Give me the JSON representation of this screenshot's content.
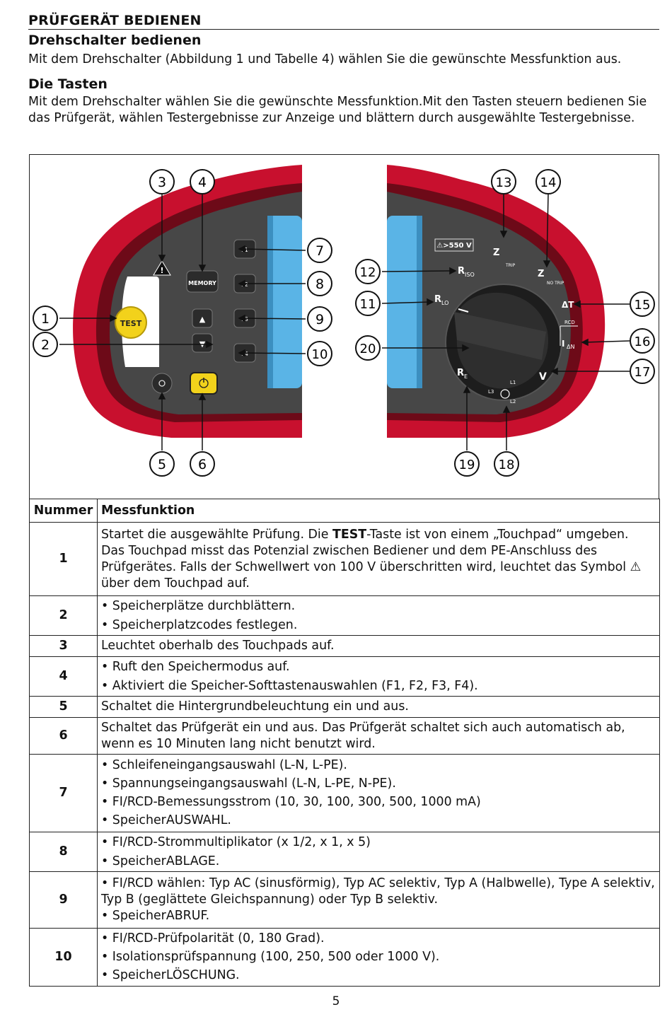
{
  "header": {
    "section_title": "PRÜFGERÄT BEDIENEN",
    "subsection_1": "Drehschalter bedienen",
    "paragraph_1": "Mit dem Drehschalter (Abbildung 1 und Tabelle 4) wählen Sie die gewünschte Messfunktion aus.",
    "subsection_2": "Die Tasten",
    "paragraph_2": "Mit dem Drehschalter wählen Sie die gewünschte Messfunktion.Mit den Tasten steuern bedienen Sie das Prüfgerät, wählen Testergebnisse zur Anzeige und blättern durch ausgewählte Testergebnisse."
  },
  "figure": {
    "callouts": [
      "1",
      "2",
      "3",
      "4",
      "5",
      "6",
      "7",
      "8",
      "9",
      "10",
      "11",
      "12",
      "13",
      "14",
      "15",
      "16",
      "17",
      "18",
      "19",
      "20"
    ],
    "buttons": {
      "test": "TEST",
      "memory": "MEMORY",
      "f1": "F1",
      "f2": "F2",
      "f3": "F3",
      "f4": "F4",
      "up": "▲",
      "down": "▼"
    },
    "dial": {
      "warning_label": "⚠>550 V",
      "r_iso": "R",
      "r_iso_sub": "ISO",
      "r_lo": "R",
      "r_lo_sub": "LO",
      "z_trip": "Z",
      "z_trip_sub": "TRIP",
      "z_notrip": "Z",
      "z_notrip_sub": "NO TRIP",
      "delta_t": "ΔT",
      "rcd": "RCD",
      "i_delta_n": "I",
      "i_delta_n_sub": "ΔN",
      "v": "V",
      "re": "R",
      "re_sub": "E",
      "l1": "L1",
      "l2": "L2",
      "l3": "L3"
    }
  },
  "table": {
    "headers": [
      "Nummer",
      "Messfunktion"
    ],
    "rows": [
      {
        "num": "1",
        "lines": [],
        "row1_text_a": "Startet die ausgewählte Prüfung. Die ",
        "row1_bold": "TEST",
        "row1_text_b": "-Taste ist von einem „Touchpad“ umgeben. Das Touchpad misst das Potenzial zwischen Bediener und dem PE-Anschluss des Prüfgerätes. Falls der Schwellwert von 100 V überschritten wird, leuchtet das Symbol ",
        "row1_symbol": "⚠",
        "row1_text_c": " über dem Touchpad auf."
      },
      {
        "num": "2",
        "lines": [
          "• Speicherplätze durchblättern.",
          "• Speicherplatzcodes festlegen."
        ]
      },
      {
        "num": "3",
        "lines": [
          "Leuchtet oberhalb des Touchpads auf."
        ]
      },
      {
        "num": "4",
        "lines": [
          "• Ruft den Speichermodus auf.",
          "• Aktiviert die Speicher-Softtastenauswahlen (F1, F2, F3, F4)."
        ]
      },
      {
        "num": "5",
        "lines": [
          "Schaltet die Hintergrundbeleuchtung ein und aus."
        ]
      },
      {
        "num": "6",
        "lines": [
          "Schaltet das Prüfgerät ein und aus. Das Prüfgerät schaltet sich auch automatisch ab, wenn es 10 Minuten lang nicht benutzt wird."
        ]
      },
      {
        "num": "7",
        "lines": [
          "• Schleifeneingangsauswahl (L-N, L-PE).",
          "• Spannungseingangsauswahl (L-N, L-PE, N-PE).",
          "• FI/RCD-Bemessungsstrom (10, 30, 100, 300, 500, 1000 mA)",
          "• SpeicherAUSWAHL."
        ]
      },
      {
        "num": "8",
        "lines": [
          "• FI/RCD-Strommultiplikator (x 1/2, x 1, x 5)",
          "• SpeicherABLAGE."
        ]
      },
      {
        "num": "9",
        "lines": [
          "• FI/RCD wählen: Typ AC (sinusförmig), Typ AC selektiv, Typ A (Halbwelle), Type A selektiv, Typ B (geglättete Gleichspannung) oder Typ B selektiv.",
          "• SpeicherABRUF."
        ]
      },
      {
        "num": "10",
        "lines": [
          "• FI/RCD-Prüfpolarität (0, 180 Grad).",
          "• Isolationsprüfspannung (100, 250, 500 oder 1000 V).",
          "• SpeicherLÖSCHUNG."
        ]
      }
    ]
  },
  "footer": {
    "page_number": "5"
  },
  "colors": {
    "device_red": "#c8102e",
    "panel_gray": "#4a4a4a",
    "display_blue": "#5ab4e6",
    "test_yellow": "#f2d21b"
  }
}
